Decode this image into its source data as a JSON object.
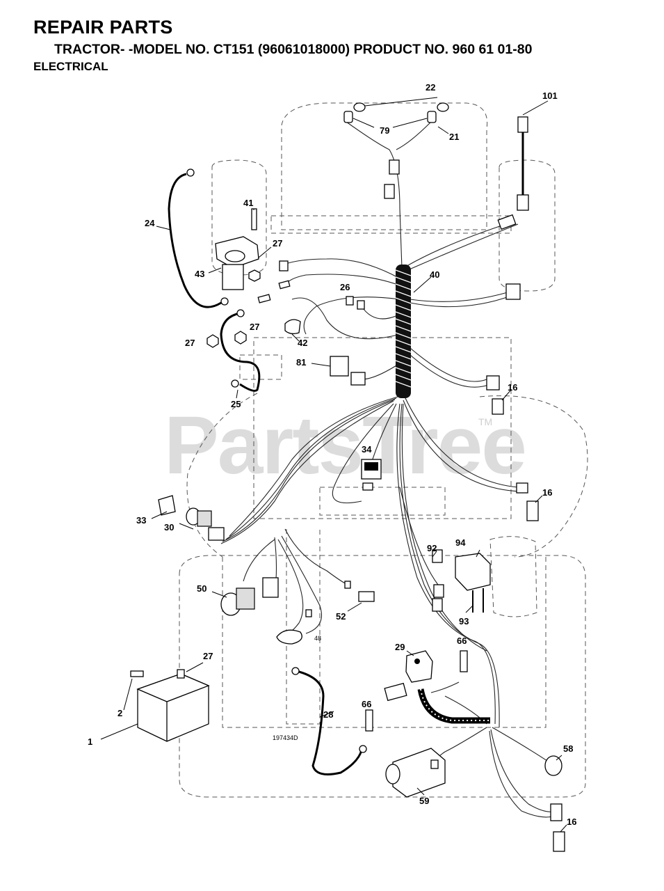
{
  "header": {
    "title": "REPAIR PARTS",
    "subtitle": "TRACTOR- -MODEL NO. CT151 (96061018000) PRODUCT NO. 960 61 01-80",
    "section": "ELECTRICAL"
  },
  "watermark": {
    "text": "PartsTree",
    "tm": "TM"
  },
  "drawing_number": "197434D",
  "callouts": {
    "c1": "1",
    "c2": "2",
    "c16a": "16",
    "c16b": "16",
    "c16c": "16",
    "c21": "21",
    "c22": "22",
    "c24": "24",
    "c25": "25",
    "c26": "26",
    "c27a": "27",
    "c27b": "27",
    "c27c": "27",
    "c27d": "27",
    "c28": "28",
    "c29": "29",
    "c30": "30",
    "c33": "33",
    "c34": "34",
    "c40": "40",
    "c41": "41",
    "c42": "42",
    "c43": "43",
    "c48": "48",
    "c50": "50",
    "c52": "52",
    "c58": "58",
    "c59": "59",
    "c66a": "66",
    "c66b": "66",
    "c79": "79",
    "c81": "81",
    "c92": "92",
    "c93": "93",
    "c94": "94",
    "c101": "101"
  },
  "colors": {
    "ink": "#000000",
    "watermark": "#dcdcdc",
    "outline": "#555555"
  }
}
